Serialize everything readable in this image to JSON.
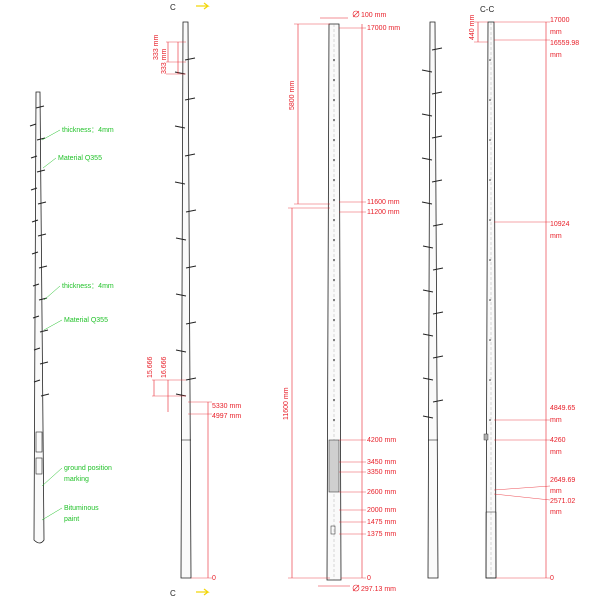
{
  "colors": {
    "dimension": "#e8202a",
    "annotation": "#22c22a",
    "outline": "#222222",
    "section_arrow": "#f2d60a"
  },
  "view1": {
    "notes": [
      "thickness：4mm",
      "Material Q355",
      "thickness：4mm",
      "Material Q355",
      "ground position",
      "marking",
      "Bituminous",
      "paint"
    ]
  },
  "view2": {
    "section_top": "C",
    "section_bottom": "C",
    "dims": [
      "333 mm",
      "333 mm",
      "15.666",
      "16.666",
      "5330 mm",
      "4997 mm",
      "0"
    ]
  },
  "view3": {
    "top_diameter": "100 mm",
    "bottom_diameter": "297.13 mm",
    "dims_left": [
      "5800 mm",
      "11600 mm"
    ],
    "dims_right": [
      "17000 mm",
      "11600 mm",
      "11200 mm",
      "4200 mm",
      "3450 mm",
      "3350 mm",
      "2600 mm",
      "2000 mm",
      "1475 mm",
      "1375 mm",
      "0"
    ]
  },
  "view5": {
    "section_label": "C-C",
    "top_dim": "440 mm",
    "dims": [
      "17000",
      "mm",
      "16559.98",
      "mm",
      "10924",
      "mm",
      "4849.65",
      "mm",
      "4260",
      "mm",
      "2649.69",
      "mm",
      "2571.02",
      "mm",
      "0"
    ]
  }
}
